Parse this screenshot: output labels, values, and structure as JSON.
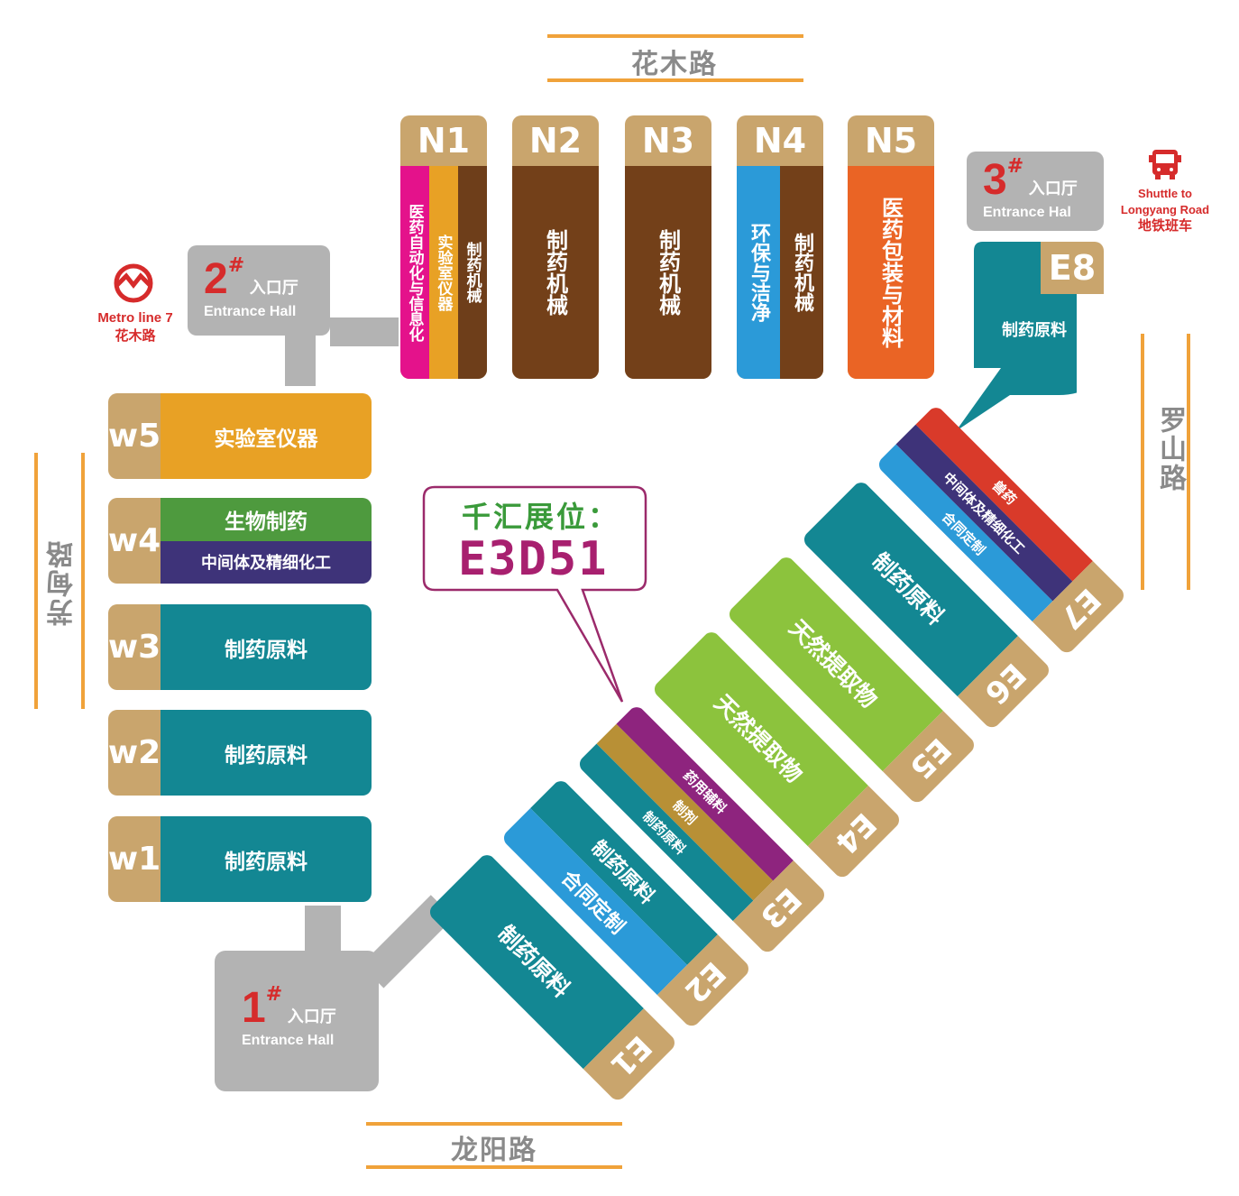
{
  "roads": {
    "top": "花木路",
    "bottom": "龙阳路",
    "left": "芳甸路",
    "right": "罗山路"
  },
  "entrances": {
    "e1": {
      "num": "1",
      "hash": "#",
      "cn": "入口厅",
      "en": "Entrance Hall"
    },
    "e2": {
      "num": "2",
      "hash": "#",
      "cn": "入口厅",
      "en": "Entrance Hall"
    },
    "e3": {
      "num": "3",
      "hash": "#",
      "cn": "入口厅",
      "en": "Entrance Hal"
    }
  },
  "metro": {
    "icon": "metro-icon",
    "line1": "Metro line 7",
    "line2": "花木路"
  },
  "shuttle": {
    "icon": "bus-icon",
    "line1": "Shuttle to",
    "line2": "Longyang Road",
    "line3": "地铁班车"
  },
  "callout": {
    "title": "千汇展位：",
    "booth": "E3D51"
  },
  "north_halls": [
    {
      "id": "N1",
      "sections": [
        {
          "text": "医药自动化与信息化",
          "color": "#e4128b"
        },
        {
          "text": "实验室仪器",
          "color": "#e8a125"
        },
        {
          "text": "制药机械",
          "color": "#6e3e1a"
        }
      ]
    },
    {
      "id": "N2",
      "sections": [
        {
          "text": "制药机械",
          "color": "#734019"
        }
      ]
    },
    {
      "id": "N3",
      "sections": [
        {
          "text": "制药机械",
          "color": "#734019"
        }
      ]
    },
    {
      "id": "N4",
      "sections": [
        {
          "text": "环保与洁净",
          "color": "#2b9ad8"
        },
        {
          "text": "制药机械",
          "color": "#734019"
        }
      ]
    },
    {
      "id": "N5",
      "sections": [
        {
          "text": "医药包装与材料",
          "color": "#ea6425"
        }
      ]
    }
  ],
  "west_halls": [
    {
      "id": "w5",
      "sections": [
        {
          "text": "实验室仪器",
          "color": "#e8a125"
        }
      ]
    },
    {
      "id": "w4",
      "sections": [
        {
          "text": "生物制药",
          "color": "#4e9a3e"
        },
        {
          "text": "中间体及精细化工",
          "color": "#3e3379"
        }
      ]
    },
    {
      "id": "w3",
      "sections": [
        {
          "text": "制药原料",
          "color": "#138793"
        }
      ]
    },
    {
      "id": "w2",
      "sections": [
        {
          "text": "制药原料",
          "color": "#138793"
        }
      ]
    },
    {
      "id": "w1",
      "sections": [
        {
          "text": "制药原料",
          "color": "#138793"
        }
      ]
    }
  ],
  "east_halls": [
    {
      "id": "E1",
      "sections": [
        {
          "text": "制药原料",
          "color": "#138793"
        }
      ]
    },
    {
      "id": "E2",
      "sections": [
        {
          "text": "制药原料",
          "color": "#138793"
        },
        {
          "text": "合同定制",
          "color": "#2b9ad8"
        }
      ]
    },
    {
      "id": "E3",
      "sections": [
        {
          "text": "药用辅料",
          "color": "#8e247e"
        },
        {
          "text": "制剂",
          "color": "#b89036"
        },
        {
          "text": "制药原料",
          "color": "#138793"
        }
      ]
    },
    {
      "id": "E4",
      "sections": [
        {
          "text": "天然提取物",
          "color": "#8cc33d"
        }
      ]
    },
    {
      "id": "E5",
      "sections": [
        {
          "text": "天然提取物",
          "color": "#8cc33d"
        }
      ]
    },
    {
      "id": "E6",
      "sections": [
        {
          "text": "制药原料",
          "color": "#138793"
        }
      ]
    },
    {
      "id": "E7",
      "sections": [
        {
          "text": "兽药",
          "color": "#d93a2a"
        },
        {
          "text": "中间体及精细化工",
          "color": "#3e3379"
        },
        {
          "text": "合同定制",
          "color": "#2b9ad8"
        }
      ]
    }
  ],
  "e8": {
    "id": "E8",
    "text": "制药原料",
    "color": "#138793"
  }
}
